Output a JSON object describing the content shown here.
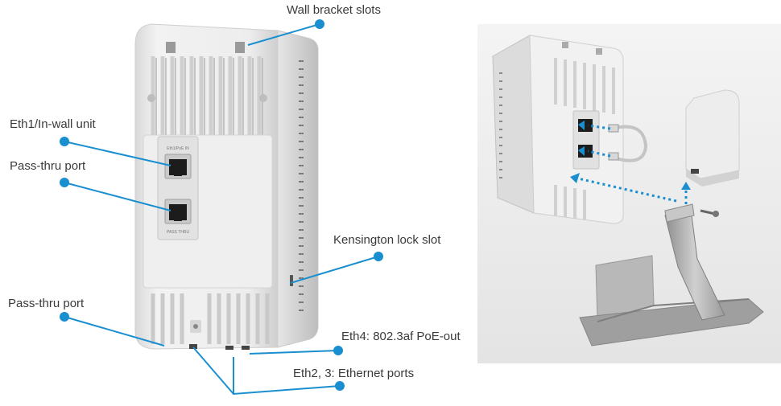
{
  "callouts": {
    "wall_bracket_slots": "Wall bracket slots",
    "eth1_in_wall": "Eth1/In-wall unit",
    "pass_thru_port_upper": "Pass-thru port",
    "kensington_lock_slot": "Kensington lock slot",
    "pass_thru_port_lower": "Pass-thru port",
    "eth4_poe_out": "Eth4: 802.3af PoE-out",
    "eth2_3_ethernet": "Eth2, 3: Ethernet ports"
  },
  "port_labels": {
    "eth1_poe_in": "Eth1/PoE IN",
    "pass_thru": "PASS THRU"
  },
  "colors": {
    "callout_line": "#1a8fd0",
    "device_body": "#eeeeee",
    "stand_metal": "#a9a9a9",
    "photo_background": "#ececec"
  }
}
